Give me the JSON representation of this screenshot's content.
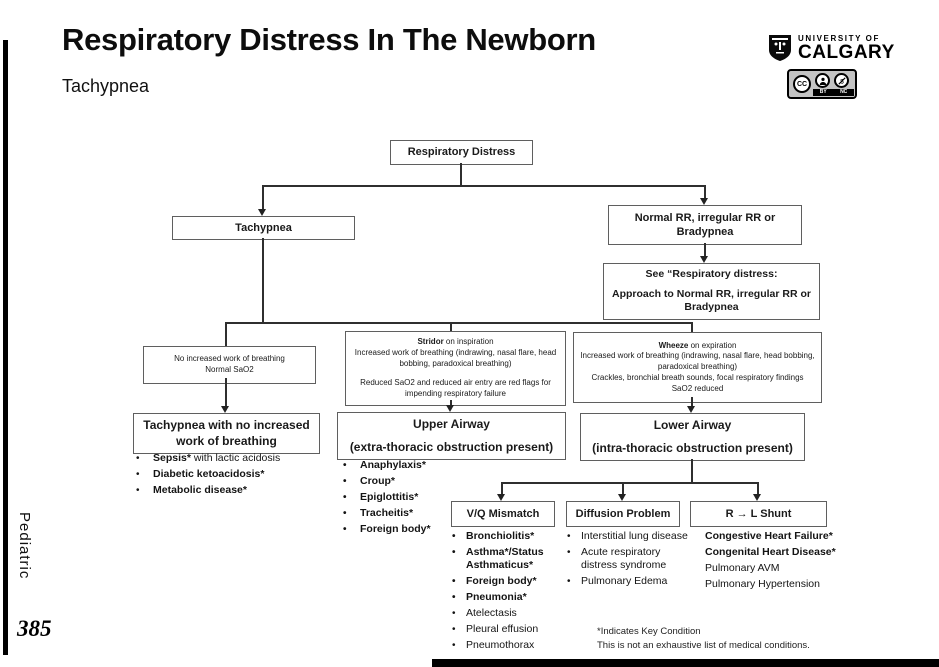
{
  "header": {
    "title": "Respiratory Distress In The Newborn",
    "subtitle": "Tachypnea",
    "logo": {
      "top": "UNIVERSITY OF",
      "name": "CALGARY"
    },
    "license": {
      "cc": "CC",
      "by": "BY",
      "nc": "NC"
    }
  },
  "sidebar": {
    "section": "Pediatric",
    "page_number": "385"
  },
  "flow": {
    "root": "Respiratory Distress",
    "tachypnea": "Tachypnea",
    "normal_rr": "Normal RR, irregular RR or Bradypnea",
    "see_note": {
      "line1": "See “Respiratory distress:",
      "line2": "Approach to Normal RR, irregular RR or Bradypnea"
    },
    "no_wob_desc": {
      "line1": "No increased work of breathing",
      "line2": "Normal SaO2"
    },
    "stridor_desc": {
      "lead_bold": "Stridor",
      "lead_rest": " on inspiration",
      "line2": "Increased work of breathing (indrawing, nasal flare, head bobbing, paradoxical breathing)",
      "line3": "Reduced SaO2 and reduced air entry are red flags for impending respiratory failure"
    },
    "wheeze_desc": {
      "lead_bold": "Wheeze",
      "lead_rest": " on expiration",
      "line2": "Increased work of breathing (indrawing, nasal flare, head bobbing, paradoxical breathing)",
      "line3": "Crackles, bronchial breath sounds, focal respiratory findings",
      "line4": "SaO2 reduced"
    },
    "no_wob": {
      "title": "Tachypnea with no increased work of breathing",
      "items": [
        {
          "bold": "Sepsis*",
          "rest": " with lactic acidosis"
        },
        {
          "bold": "Diabetic ketoacidosis*",
          "rest": ""
        },
        {
          "bold": "Metabolic disease*",
          "rest": ""
        }
      ]
    },
    "upper": {
      "title": "Upper Airway",
      "subtitle": "(extra-thoracic obstruction present)",
      "items": [
        "Anaphylaxis*",
        "Croup*",
        "Epiglottitis*",
        "Tracheitis*",
        "Foreign body*"
      ]
    },
    "lower": {
      "title": "Lower Airway",
      "subtitle": "(intra-thoracic obstruction present)"
    },
    "vq": {
      "title": "V/Q Mismatch",
      "items": [
        {
          "text": "Bronchiolitis*",
          "bold": true
        },
        {
          "text": "Asthma*/Status Asthmaticus*",
          "bold": true
        },
        {
          "text": "Foreign body*",
          "bold": true
        },
        {
          "text": "Pneumonia*",
          "bold": true
        },
        {
          "text": "Atelectasis",
          "bold": false
        },
        {
          "text": "Pleural effusion",
          "bold": false
        },
        {
          "text": "Pneumothorax",
          "bold": false
        }
      ]
    },
    "diffusion": {
      "title": "Diffusion Problem",
      "items": [
        "Interstitial lung disease",
        "Acute respiratory distress syndrome",
        "Pulmonary Edema"
      ]
    },
    "shunt": {
      "title": "R → L Shunt",
      "items": [
        {
          "text": "Congestive Heart Failure*",
          "bold": true
        },
        {
          "text": "Congenital Heart Disease*",
          "bold": true
        },
        {
          "text": "Pulmonary AVM",
          "bold": false
        },
        {
          "text": "Pulmonary Hypertension",
          "bold": false
        }
      ]
    },
    "footnote": {
      "line1": "*Indicates Key Condition",
      "line2": "This is not an exhaustive list of medical conditions."
    }
  },
  "colors": {
    "line": "#2f2f2f",
    "box_border": "#5f5f5f",
    "text": "#1a1a1a"
  }
}
